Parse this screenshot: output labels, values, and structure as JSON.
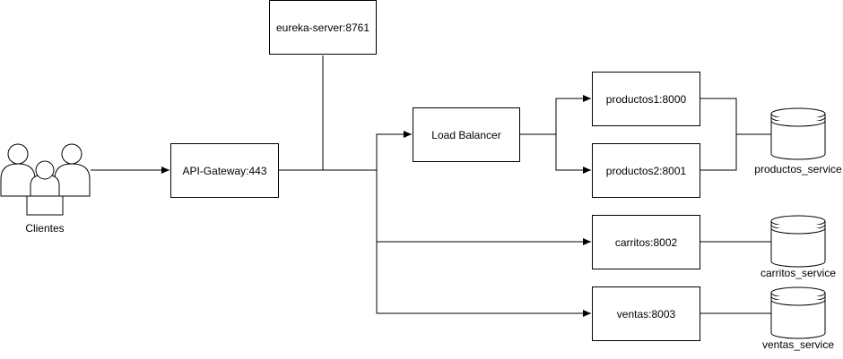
{
  "nodes": {
    "clients": "Clientes",
    "gateway": "API-Gateway:443",
    "eureka": "eureka-server:8761",
    "load_balancer": "Load Balancer",
    "productos1": "productos1:8000",
    "productos2": "productos2:8001",
    "carritos": "carritos:8002",
    "ventas": "ventas:8003"
  },
  "databases": {
    "productos": "productos_service",
    "carritos": "carritos_service",
    "ventas": "ventas_service"
  },
  "colors": {
    "stroke": "#000000",
    "fill": "#ffffff"
  }
}
